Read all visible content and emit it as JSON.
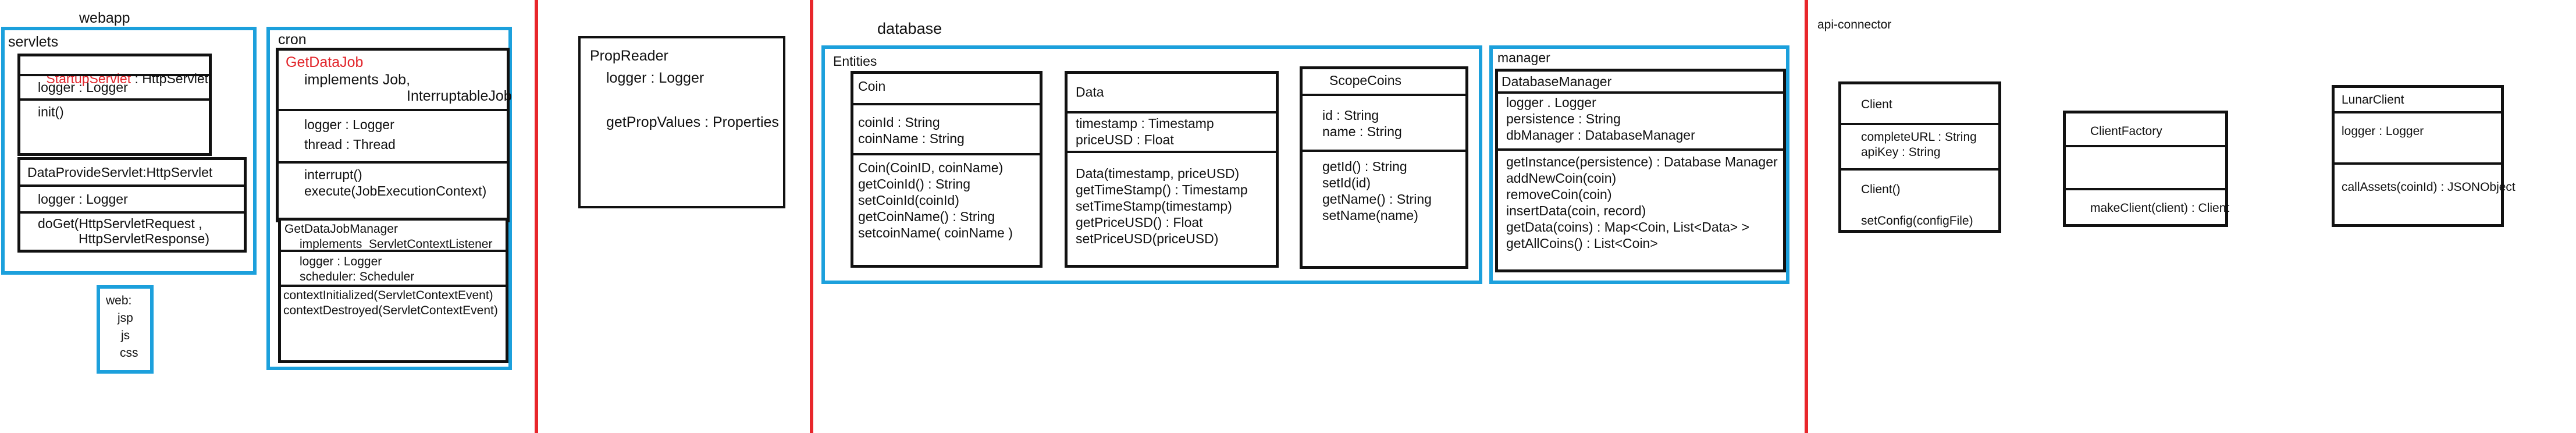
{
  "webapp": {
    "title": "webapp",
    "servlets": {
      "label": "servlets",
      "startup": {
        "name": "StartupServlet",
        "extends": " : HttpServlet",
        "logger": "logger : Logger",
        "init": "init()"
      },
      "dataprovide": {
        "name": "DataProvideServlet:HttpServlet",
        "logger": "logger : Logger",
        "doget1": "doGet(HttpServletRequest ,",
        "doget2": "HttpServletResponse)"
      }
    },
    "web": {
      "label": "web:",
      "items": [
        "jsp",
        "js",
        "css"
      ]
    },
    "cron": {
      "label": "cron",
      "getdatajob": {
        "name": "GetDataJob",
        "impl1": "implements Job,",
        "impl2": "InterruptableJob",
        "logger": "logger : Logger",
        "thread": "thread : Thread",
        "interrupt": "interrupt()",
        "execute": "execute(JobExecutionContext)"
      },
      "manager": {
        "name": "GetDataJobManager",
        "impl": "implements  ServletContextListener",
        "logger": "logger : Logger",
        "scheduler": "scheduler: Scheduler",
        "ctxinit": "contextInitialized(ServletContextEvent)",
        "ctxdestroy": "contextDestroyed(ServletContextEvent)"
      }
    }
  },
  "propreader": {
    "name": "PropReader",
    "logger": "logger : Logger",
    "getprop": "getPropValues : Properties"
  },
  "database": {
    "title": "database",
    "entities": {
      "label": "Entities",
      "coin": {
        "name": "Coin",
        "attrs": [
          "coinId : String",
          "coinName : String"
        ],
        "methods": [
          "Coin(CoinID, coinName)",
          "getCoinId() : String",
          "setCoinId(coinId)",
          "getCoinName() : String",
          "setcoinName( coinName )"
        ]
      },
      "data": {
        "name": "Data",
        "attrs": [
          "timestamp : Timestamp",
          "priceUSD : Float"
        ],
        "methods": [
          "Data(timestamp, priceUSD)",
          "getTimeStamp() : Timestamp",
          "setTimeStamp(timestamp)",
          "getPriceUSD() : Float",
          "setPriceUSD(priceUSD)"
        ]
      },
      "scopecoins": {
        "name": "ScopeCoins",
        "attrs": [
          "id : String",
          "name : String"
        ],
        "methods": [
          "getId() : String",
          "setId(id)",
          "getName() : String",
          "setName(name)"
        ]
      }
    },
    "manager": {
      "label": "manager",
      "dbmanager": {
        "name": "DatabaseManager",
        "attrs": [
          "logger . Logger",
          "persistence : String",
          "dbManager : DatabaseManager"
        ],
        "methods": [
          "getInstance(persistence) : Database Manager",
          "addNewCoin(coin)",
          "removeCoin(coin)",
          "insertData(coin, record)",
          "getData(coins) : Map<Coin, List<Data> >",
          "getAllCoins() : List<Coin>"
        ]
      }
    }
  },
  "apiconnector": {
    "title": "api-connector",
    "client": {
      "name": "Client",
      "attrs": [
        "completeURL : String",
        "apiKey : String"
      ],
      "methods": [
        "Client()",
        "setConfig(configFile)"
      ]
    },
    "clientfactory": {
      "name": "ClientFactory",
      "methods": [
        "makeClient(client) : Client"
      ]
    },
    "lunarclient": {
      "name": "LunarClient",
      "attrs": [
        "logger : Logger"
      ],
      "methods": [
        "callAssets(coinId) : JSONObject"
      ]
    }
  },
  "colors": {
    "package_border": "#1ca0dc",
    "separator": "#e8262b",
    "highlight_text": "#e2252b"
  }
}
